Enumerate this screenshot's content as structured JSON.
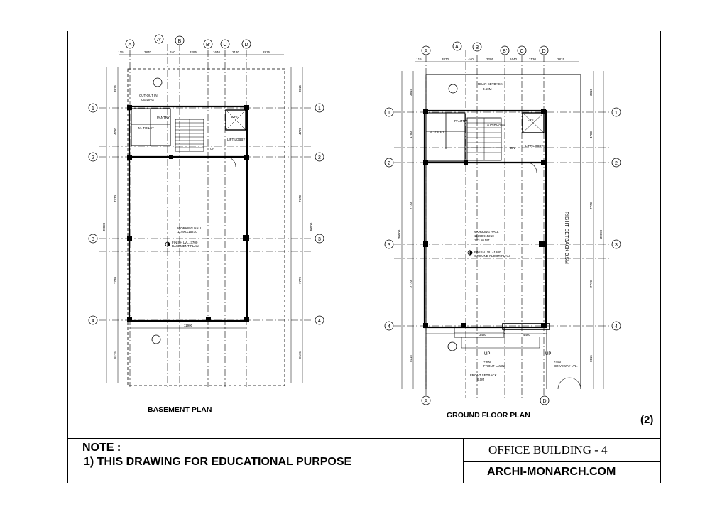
{
  "drawing": {
    "note_title": "NOTE :",
    "note_line": "1) THIS DRAWING FOR EDUCATIONAL PURPOSE",
    "project_title": "OFFICE BUILDING - 4",
    "site": "ARCHI-MONARCH.COM",
    "sheet_number": "(2)"
  },
  "basement": {
    "label": "BASEMENT PLAN",
    "grid_cols": [
      "A",
      "A'",
      "B",
      "B'",
      "C",
      "D"
    ],
    "grid_rows": [
      "1",
      "2",
      "3",
      "4"
    ],
    "col_dims": [
      "115",
      "3870",
      "440",
      "3295",
      "1640",
      "2130",
      "2815"
    ],
    "row_dims": [
      "3815",
      "4780",
      "7770",
      "7770",
      "8115"
    ],
    "overall_dim": "30000",
    "bottom_dim": "11900",
    "hall_name": "WORKING HALL",
    "hall_size": "11490X15210",
    "finish": "FINISH LVL.-3700",
    "finish_sub": "BASEMENT PLAN",
    "cutout": "CUT-OUT IN",
    "cutout_sub": "CEILING",
    "pantry": "PANTRY",
    "m_toilet": "M. TOILET",
    "lift": "LIFT",
    "lift_lobby": "LIFT LOBBY",
    "up": "UP"
  },
  "ground": {
    "label": "GROUND FLOOR PLAN",
    "grid_cols": [
      "A",
      "A'",
      "B",
      "B'",
      "C",
      "D"
    ],
    "grid_rows": [
      "1",
      "2",
      "3",
      "4"
    ],
    "col_dims": [
      "115",
      "3870",
      "440",
      "3295",
      "1640",
      "2130",
      "2815"
    ],
    "row_dims": [
      "3815",
      "4780",
      "7770",
      "7770",
      "8115"
    ],
    "overall_dim": "30000",
    "rear_setback": "REAR SETBACK",
    "rear_setback_val": "3.50M",
    "right_setback": "RIGHT SETBACK 3.5M",
    "front_setback": "FRONT SETBACK",
    "front_setback_val": "6.0M",
    "hall_name": "WORKING HALL",
    "hall_size": "11390X15210",
    "hall_area": "173.50 MT.",
    "finish": "FINISH LVL.+1200",
    "finish_sub": "GROUND FLOOR PLAN",
    "staircase": "STAIRCASE",
    "pantry": "PANTRY",
    "toilet": "M.TOILET",
    "lift": "LIFT",
    "lift_lobby": "LIFT LOBBY",
    "up": "UP",
    "dn": "DN",
    "front_lawn": "FRONT LAWN",
    "lawn_lvl": "+900",
    "driveway": "DRIVEWAY LVL.",
    "drive_lvl": "+450",
    "bottom_dims": [
      "3480",
      "4460"
    ]
  }
}
